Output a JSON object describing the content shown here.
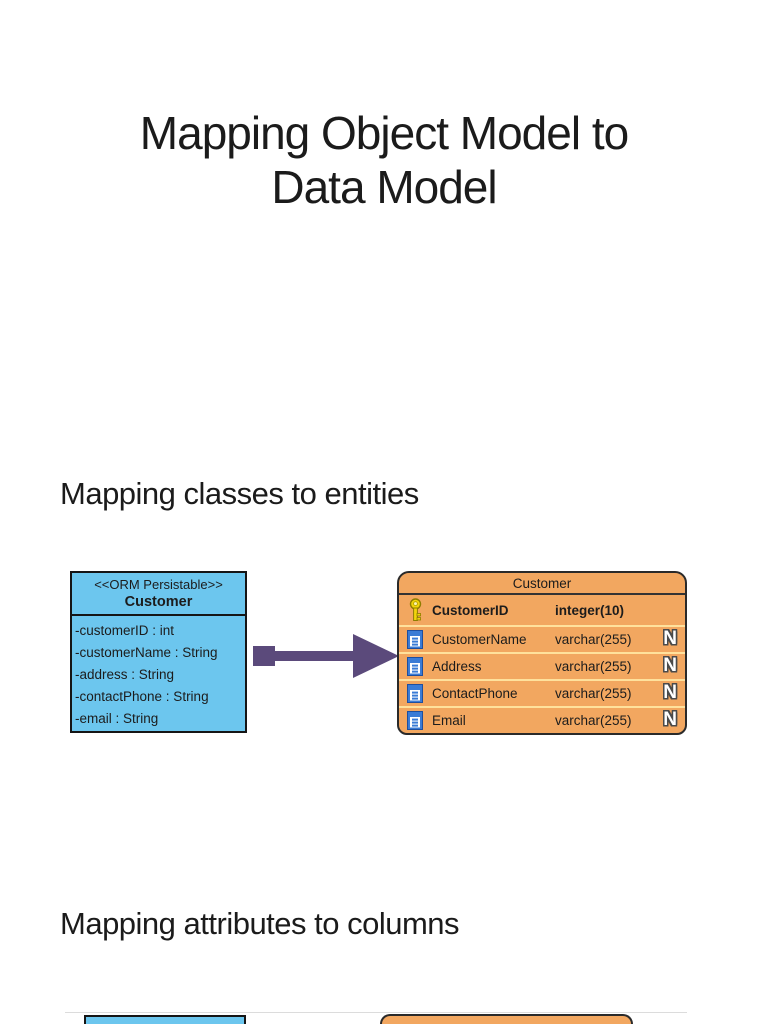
{
  "slide": {
    "title": "Mapping Object Model to\nData Model"
  },
  "sections": {
    "classes_to_entities": {
      "heading": "Mapping classes to entities"
    },
    "attributes_to_columns": {
      "heading": "Mapping attributes to columns"
    }
  },
  "uml_class": {
    "stereotype": "<<ORM Persistable>>",
    "name": "Customer",
    "attributes": [
      "-customerID : int",
      "-customerName : String",
      "-address : String",
      "-contactPhone : String",
      "-email : String"
    ]
  },
  "entity_table": {
    "name": "Customer",
    "nullable_badge": "N",
    "columns": [
      {
        "icon": "primary-key-icon",
        "name": "CustomerID",
        "type": "integer(10)",
        "primary_key": true,
        "nullable": false
      },
      {
        "icon": "column-icon",
        "name": "CustomerName",
        "type": "varchar(255)",
        "primary_key": false,
        "nullable": true
      },
      {
        "icon": "column-icon",
        "name": "Address",
        "type": "varchar(255)",
        "primary_key": false,
        "nullable": true
      },
      {
        "icon": "column-icon",
        "name": "ContactPhone",
        "type": "varchar(255)",
        "primary_key": false,
        "nullable": true
      },
      {
        "icon": "column-icon",
        "name": "Email",
        "type": "varchar(255)",
        "primary_key": false,
        "nullable": true
      }
    ]
  },
  "colors": {
    "class_fill": "#6cc6ee",
    "entity_fill": "#f2a760",
    "entity_row_separator": "#ffe19c",
    "arrow_purple": "#5b4a7b",
    "key_yellow": "#f2d50a",
    "column_icon_blue": "#3a7bd5"
  }
}
